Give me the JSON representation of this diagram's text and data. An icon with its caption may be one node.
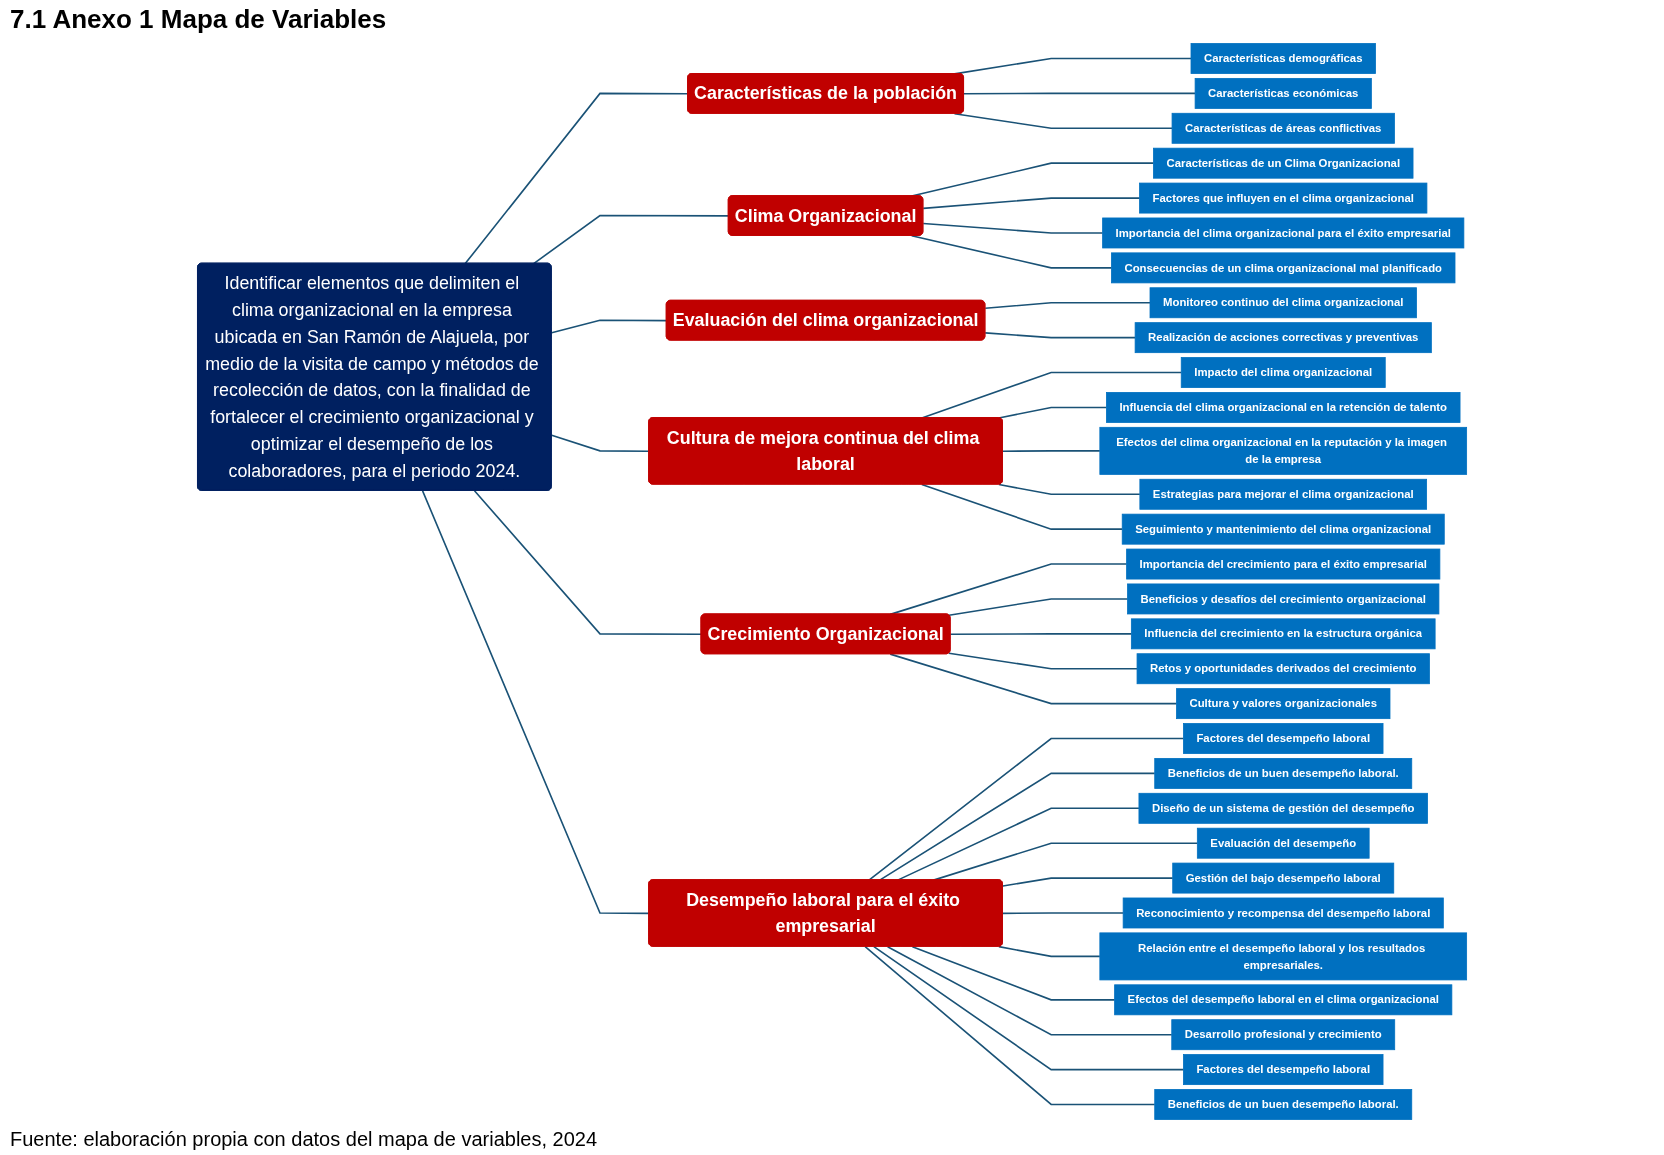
{
  "diagram": {
    "title": "7.1 Anexo 1 Mapa de Variables",
    "caption": "Fuente: elaboración propia con datos del mapa de variables, 2024",
    "nodes": [
      {
        "text": [
          "Identificar elementos que delimiten el clima organizacional en la empresa ubicada en San Ramón de Alajuela, por medio de la visita de campo y métodos de recolección de datos, con la finalidad de fortalecer el crecimiento organizacional y optimizar el desempeño de los colaboradores, para el periodo 2024."
        ]
      },
      {
        "text": [
          "Características de la población"
        ]
      },
      {
        "text": [
          "Características demográficas"
        ]
      },
      {
        "text": [
          "Características económicas"
        ]
      },
      {
        "text": [
          "Características de áreas conflictivas"
        ]
      },
      {
        "text": [
          "Clima Organizacional"
        ]
      },
      {
        "text": [
          "Características de un Clima Organizacional"
        ]
      },
      {
        "text": [
          "Factores que influyen en el clima organizacional"
        ]
      },
      {
        "text": [
          "Importancia del clima organizacional para el éxito empresarial"
        ]
      },
      {
        "text": [
          "Consecuencias de un clima organizacional mal planificado"
        ]
      },
      {
        "text": [
          "Evaluación del clima organizacional"
        ]
      },
      {
        "text": [
          "Monitoreo continuo del clima organizacional"
        ]
      },
      {
        "text": [
          "Realización de acciones correctivas y preventivas"
        ]
      },
      {
        "text": [
          "Cultura de mejora continua del clima laboral"
        ]
      },
      {
        "text": [
          "Impacto del clima organizacional"
        ]
      },
      {
        "text": [
          "Influencia del clima organizacional en la retención de talento"
        ]
      },
      {
        "text": [
          "Efectos del clima organizacional en la reputación y la imagen de la empresa"
        ]
      },
      {
        "text": [
          "Estrategias para mejorar el clima organizacional"
        ]
      },
      {
        "text": [
          "Seguimiento y mantenimiento del clima organizacional"
        ]
      },
      {
        "text": [
          "Crecimiento Organizacional"
        ]
      },
      {
        "text": [
          "Importancia del crecimiento para el éxito empresarial"
        ]
      },
      {
        "text": [
          "Beneficios y desafíos del crecimiento organizacional"
        ]
      },
      {
        "text": [
          "Influencia del crecimiento en la estructura orgánica"
        ]
      },
      {
        "text": [
          "Retos y oportunidades derivados del crecimiento"
        ]
      },
      {
        "text": [
          "Cultura y valores organizacionales"
        ]
      },
      {
        "text": [
          "Desempeño laboral para el éxito empresarial"
        ]
      },
      {
        "text": [
          "Factores del desempeño laboral"
        ]
      },
      {
        "text": [
          "Beneficios de un buen desempeño laboral."
        ]
      },
      {
        "text": [
          "Diseño de un sistema de gestión del desempeño"
        ]
      },
      {
        "text": [
          "Evaluación del desempeño"
        ]
      },
      {
        "text": [
          "Gestión del bajo desempeño laboral"
        ]
      },
      {
        "text": [
          "Reconocimiento y recompensa del desempeño laboral"
        ]
      },
      {
        "text": [
          "Relación entre el desempeño laboral y los resultados empresariales."
        ]
      },
      {
        "text": [
          "Efectos del desempeño laboral en el clima organizacional"
        ]
      },
      {
        "text": [
          "Desarrollo profesional y crecimiento"
        ]
      },
      {
        "text": [
          "Factores del desempeño laboral"
        ]
      },
      {
        "text": [
          "Beneficios de un buen desempeño laboral."
        ]
      }
    ],
    "edges": [
      {
        "from": 0,
        "to": 1,
        "arrow": "none"
      },
      {
        "from": 0,
        "to": 5,
        "arrow": "none"
      },
      {
        "from": 0,
        "to": 10,
        "arrow": "none"
      },
      {
        "from": 0,
        "to": 13,
        "arrow": "none"
      },
      {
        "from": 0,
        "to": 19,
        "arrow": "none"
      },
      {
        "from": 0,
        "to": 25,
        "arrow": "none"
      },
      {
        "from": 1,
        "to": 2,
        "arrow": "none"
      },
      {
        "from": 1,
        "to": 3,
        "arrow": "none"
      },
      {
        "from": 1,
        "to": 4,
        "arrow": "none"
      },
      {
        "from": 5,
        "to": 6,
        "arrow": "none"
      },
      {
        "from": 5,
        "to": 7,
        "arrow": "none"
      },
      {
        "from": 5,
        "to": 8,
        "arrow": "none"
      },
      {
        "from": 5,
        "to": 9,
        "arrow": "none"
      },
      {
        "from": 10,
        "to": 11,
        "arrow": "none"
      },
      {
        "from": 10,
        "to": 12,
        "arrow": "none"
      },
      {
        "from": 13,
        "to": 14,
        "arrow": "none"
      },
      {
        "from": 13,
        "to": 15,
        "arrow": "none"
      },
      {
        "from": 13,
        "to": 16,
        "arrow": "none"
      },
      {
        "from": 13,
        "to": 17,
        "arrow": "none"
      },
      {
        "from": 13,
        "to": 18,
        "arrow": "none"
      },
      {
        "from": 19,
        "to": 20,
        "arrow": "none"
      },
      {
        "from": 19,
        "to": 21,
        "arrow": "none"
      },
      {
        "from": 19,
        "to": 22,
        "arrow": "none"
      },
      {
        "from": 19,
        "to": 23,
        "arrow": "none"
      },
      {
        "from": 19,
        "to": 24,
        "arrow": "none"
      },
      {
        "from": 25,
        "to": 26,
        "arrow": "none"
      },
      {
        "from": 25,
        "to": 27,
        "arrow": "none"
      },
      {
        "from": 25,
        "to": 28,
        "arrow": "none"
      },
      {
        "from": 25,
        "to": 29,
        "arrow": "none"
      },
      {
        "from": 25,
        "to": 30,
        "arrow": "none"
      },
      {
        "from": 25,
        "to": 31,
        "arrow": "none"
      },
      {
        "from": 25,
        "to": 32,
        "arrow": "none"
      },
      {
        "from": 25,
        "to": 33,
        "arrow": "none"
      },
      {
        "from": 25,
        "to": 34,
        "arrow": "none"
      },
      {
        "from": 25,
        "to": 35,
        "arrow": "none"
      },
      {
        "from": 25,
        "to": 36,
        "arrow": "none"
      }
    ]
  }
}
